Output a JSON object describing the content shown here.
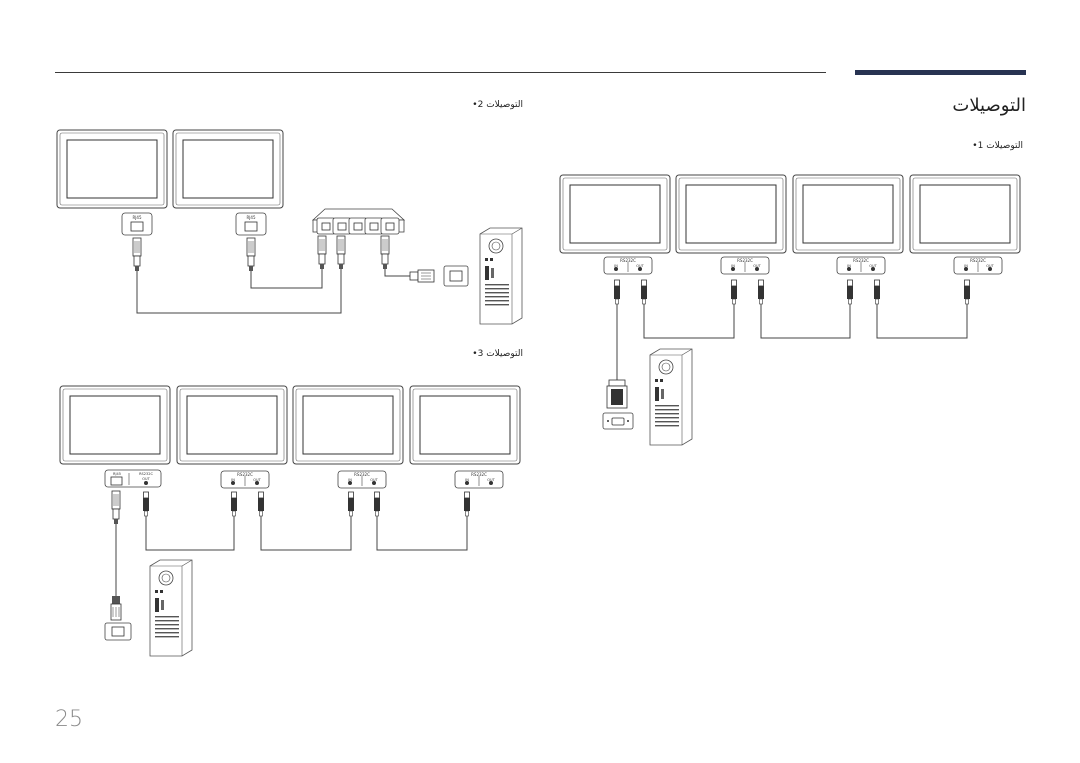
{
  "page": {
    "title": "التوصيلات",
    "page_number": "25",
    "accent_color": "#283352"
  },
  "sections": [
    {
      "id": "conn1",
      "bullet": "•",
      "label": "التوصيلات 1"
    },
    {
      "id": "conn2",
      "bullet": "•",
      "label": "التوصيلات 2"
    },
    {
      "id": "conn3",
      "bullet": "•",
      "label": "التوصيلات 3"
    }
  ],
  "port_labels": {
    "rs232c": "RS232C",
    "in": "IN",
    "out": "OUT",
    "rj45": "RJ45"
  }
}
